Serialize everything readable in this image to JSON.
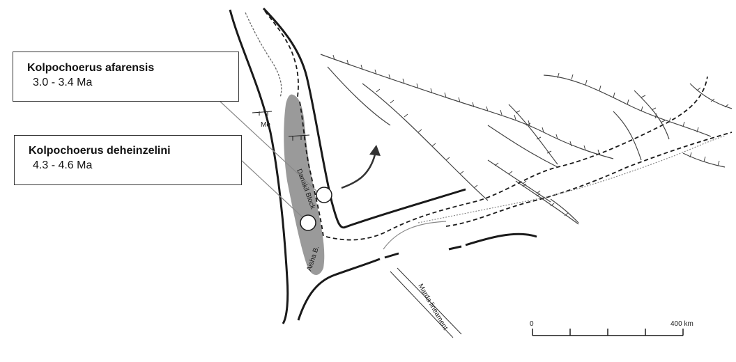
{
  "labels": {
    "afarensis": {
      "name": "Kolpochoerus afarensis",
      "age": "3.0 - 3.4 Ma"
    },
    "deheinzelini": {
      "name": "Kolpochoerus deheinzelini",
      "age": "4.3 - 4.6 Ma"
    }
  },
  "map_text": {
    "me": "Me",
    "danakil": "Danakil Block",
    "aisha": "Aisha B.",
    "marda": "Marda lineament"
  },
  "scale_bar": {
    "start": "0",
    "end": "400 km",
    "divisions": 5
  },
  "colors": {
    "ink": "#1a1a1a",
    "block_fill": "#9a9a9a",
    "faint": "#888888"
  }
}
